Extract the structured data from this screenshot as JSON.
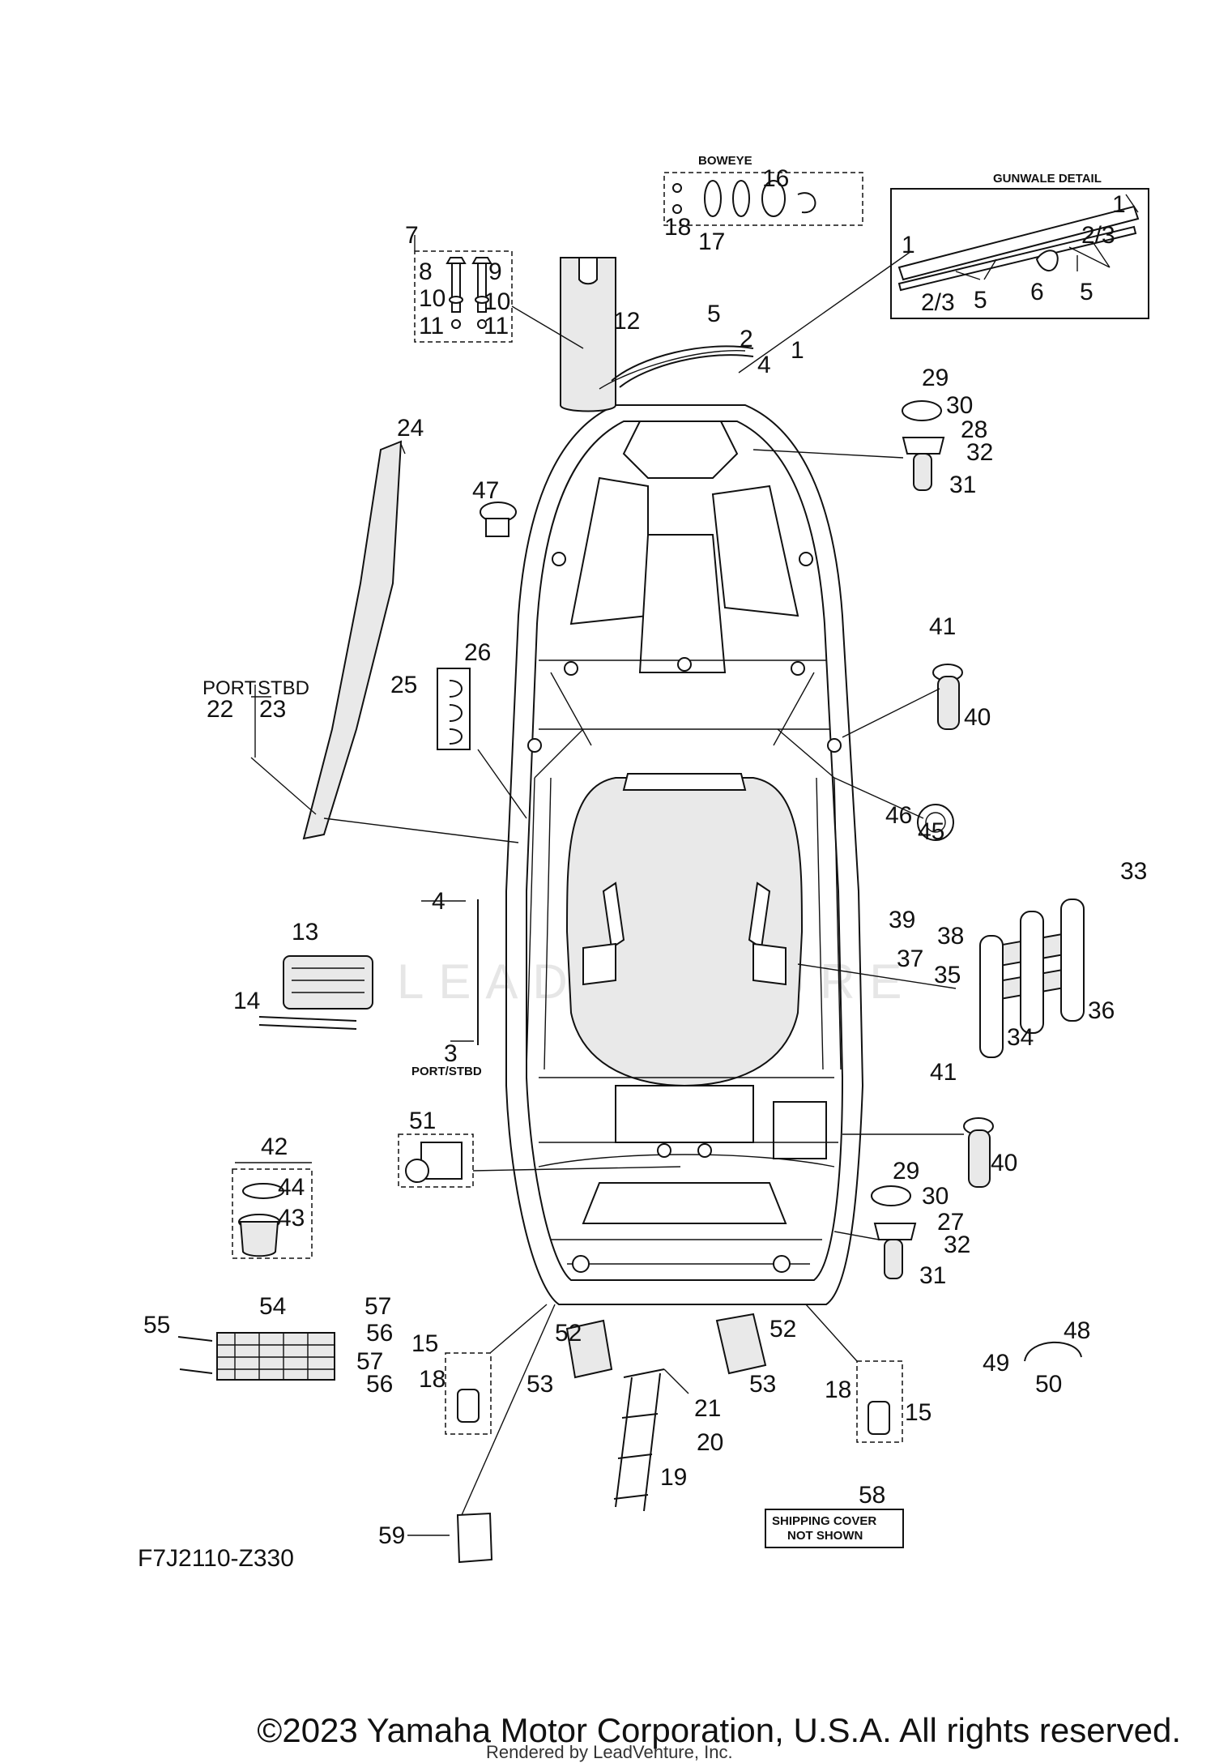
{
  "diagram": {
    "code": "F7J2110-Z330",
    "copyright": "©2023 Yamaha Motor Corporation, U.S.A. All rights reserved.",
    "rendered_by": "Rendered by LeadVenture, Inc.",
    "watermark": "LEADVENTURE",
    "titles": {
      "boweye": "BOWEYE",
      "gunwale": "GUNWALE DETAIL",
      "port": "PORT",
      "stbd": "STBD",
      "port_stbd": "PORT/STBD",
      "shipping_cover_1": "SHIPPING COVER",
      "shipping_cover_2": "NOT SHOWN"
    },
    "callouts": {
      "c1": "1",
      "c2": "2",
      "c3": "3",
      "c4": "4",
      "c5": "5",
      "c6": "6",
      "c7": "7",
      "c8": "8",
      "c9": "9",
      "c10": "10",
      "c11": "11",
      "c12": "12",
      "c13": "13",
      "c14": "14",
      "c15": "15",
      "c16": "16",
      "c17": "17",
      "c18": "18",
      "c19": "19",
      "c20": "20",
      "c21": "21",
      "c22": "22",
      "c23": "23",
      "c24": "24",
      "c25": "25",
      "c26": "26",
      "c27": "27",
      "c28": "28",
      "c29": "29",
      "c30": "30",
      "c31": "31",
      "c32": "32",
      "c33": "33",
      "c34": "34",
      "c35": "35",
      "c36": "36",
      "c37": "37",
      "c38": "38",
      "c39": "39",
      "c40": "40",
      "c41": "41",
      "c42": "42",
      "c43": "43",
      "c44": "44",
      "c45": "45",
      "c46": "46",
      "c47": "47",
      "c48": "48",
      "c49": "49",
      "c50": "50",
      "c51": "51",
      "c52": "52",
      "c53": "53",
      "c54": "54",
      "c55": "55",
      "c56": "56",
      "c57": "57",
      "c58": "58",
      "c59": "59",
      "c2_3": "2/3"
    }
  }
}
